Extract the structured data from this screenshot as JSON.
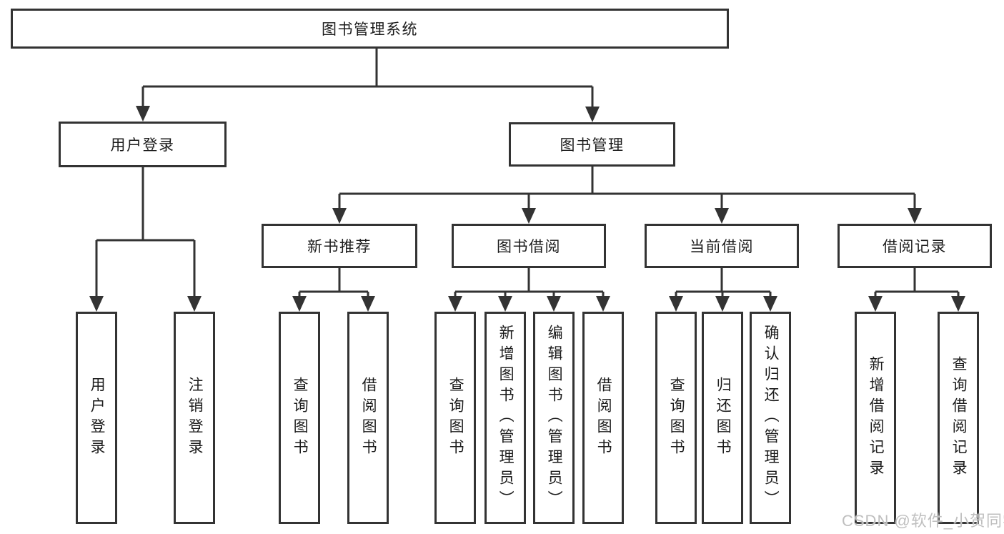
{
  "tree": {
    "label": "图书管理系统",
    "children": [
      {
        "label": "用户登录",
        "children": [
          {
            "label": "用户登录"
          },
          {
            "label": "注销登录"
          }
        ]
      },
      {
        "label": "图书管理",
        "children": [
          {
            "label": "新书推荐",
            "children": [
              {
                "label": "查询图书"
              },
              {
                "label": "借阅图书"
              }
            ]
          },
          {
            "label": "图书借阅",
            "children": [
              {
                "label": "查询图书"
              },
              {
                "label": "新增图书（管理员）"
              },
              {
                "label": "编辑图书（管理员）"
              },
              {
                "label": "借阅图书"
              }
            ]
          },
          {
            "label": "当前借阅",
            "children": [
              {
                "label": "查询图书"
              },
              {
                "label": "归还图书"
              },
              {
                "label": "确认归还（管理员）"
              }
            ]
          },
          {
            "label": "借阅记录",
            "children": [
              {
                "label": "新增借阅记录"
              },
              {
                "label": "查询借阅记录"
              }
            ]
          }
        ]
      }
    ]
  },
  "watermark": {
    "text": "CSDN @软件_小贺同学"
  },
  "colors": {
    "line": "#333333",
    "box_border": "#333333",
    "text": "#1c1c1c",
    "background": "#ffffff",
    "watermark": "#bfbfbf"
  }
}
